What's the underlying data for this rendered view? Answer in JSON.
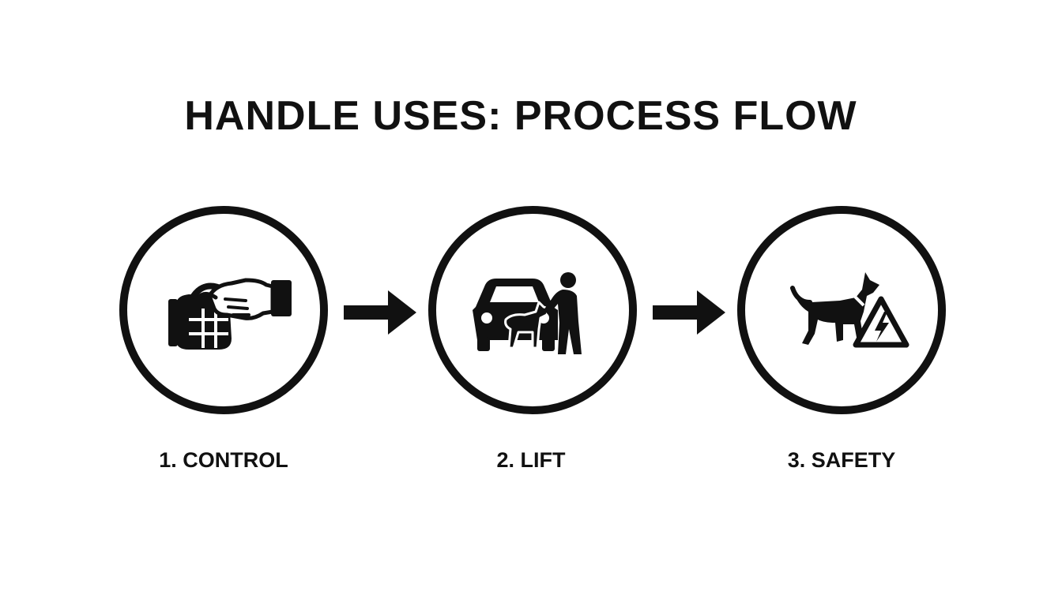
{
  "title": "HANDLE USES: PROCESS FLOW",
  "steps": [
    {
      "label": "1. CONTROL",
      "icon": "hand-grabbing-harness-handle-icon"
    },
    {
      "label": "2. LIFT",
      "icon": "person-lifting-dog-into-car-icon"
    },
    {
      "label": "3. SAFETY",
      "icon": "dog-with-electric-hazard-icon"
    }
  ],
  "connectors": [
    {
      "icon": "right-arrow-icon"
    },
    {
      "icon": "right-arrow-icon"
    }
  ],
  "colors": {
    "background": "#ffffff",
    "ink": "#111111"
  }
}
